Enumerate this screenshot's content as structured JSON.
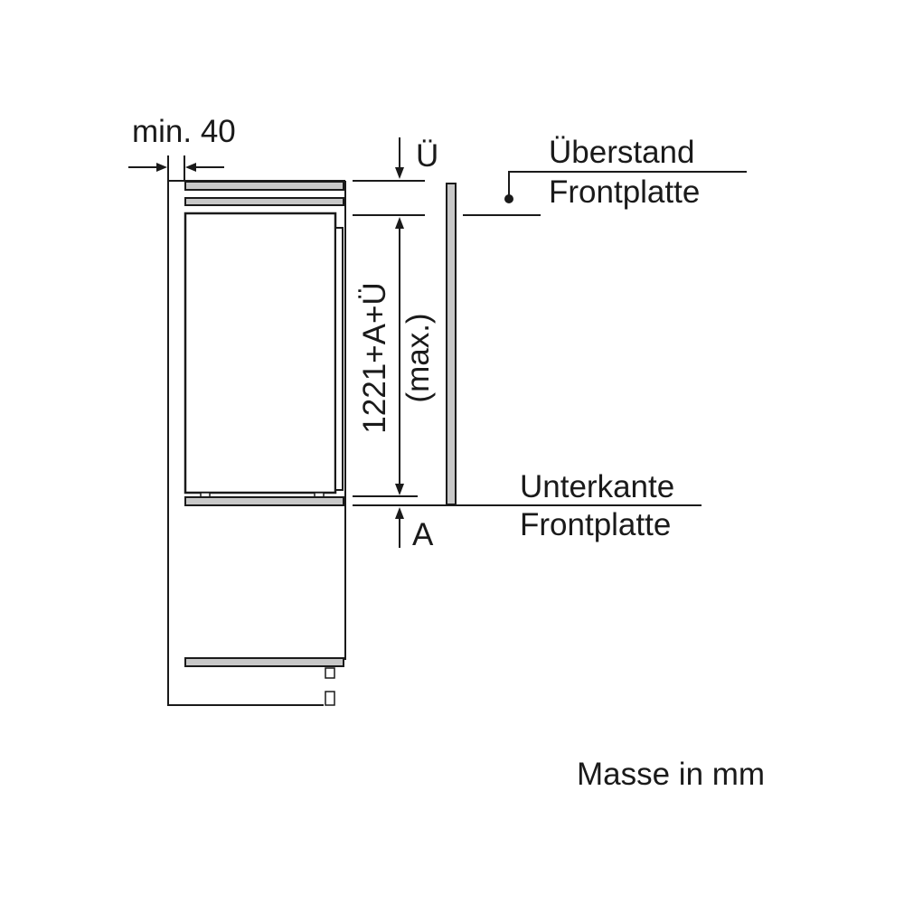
{
  "labels": {
    "min_gap": "min. 40",
    "overhang_symbol": "Ü",
    "overhang_title_line1": "Überstand",
    "overhang_title_line2": "Frontplatte",
    "height_line1": "1221+A+Ü",
    "height_line2": "(max.)",
    "bottom_title_line1": "Unterkante",
    "bottom_title_line2": "Frontplatte",
    "bottom_symbol": "A",
    "units_note": "Masse in mm"
  }
}
